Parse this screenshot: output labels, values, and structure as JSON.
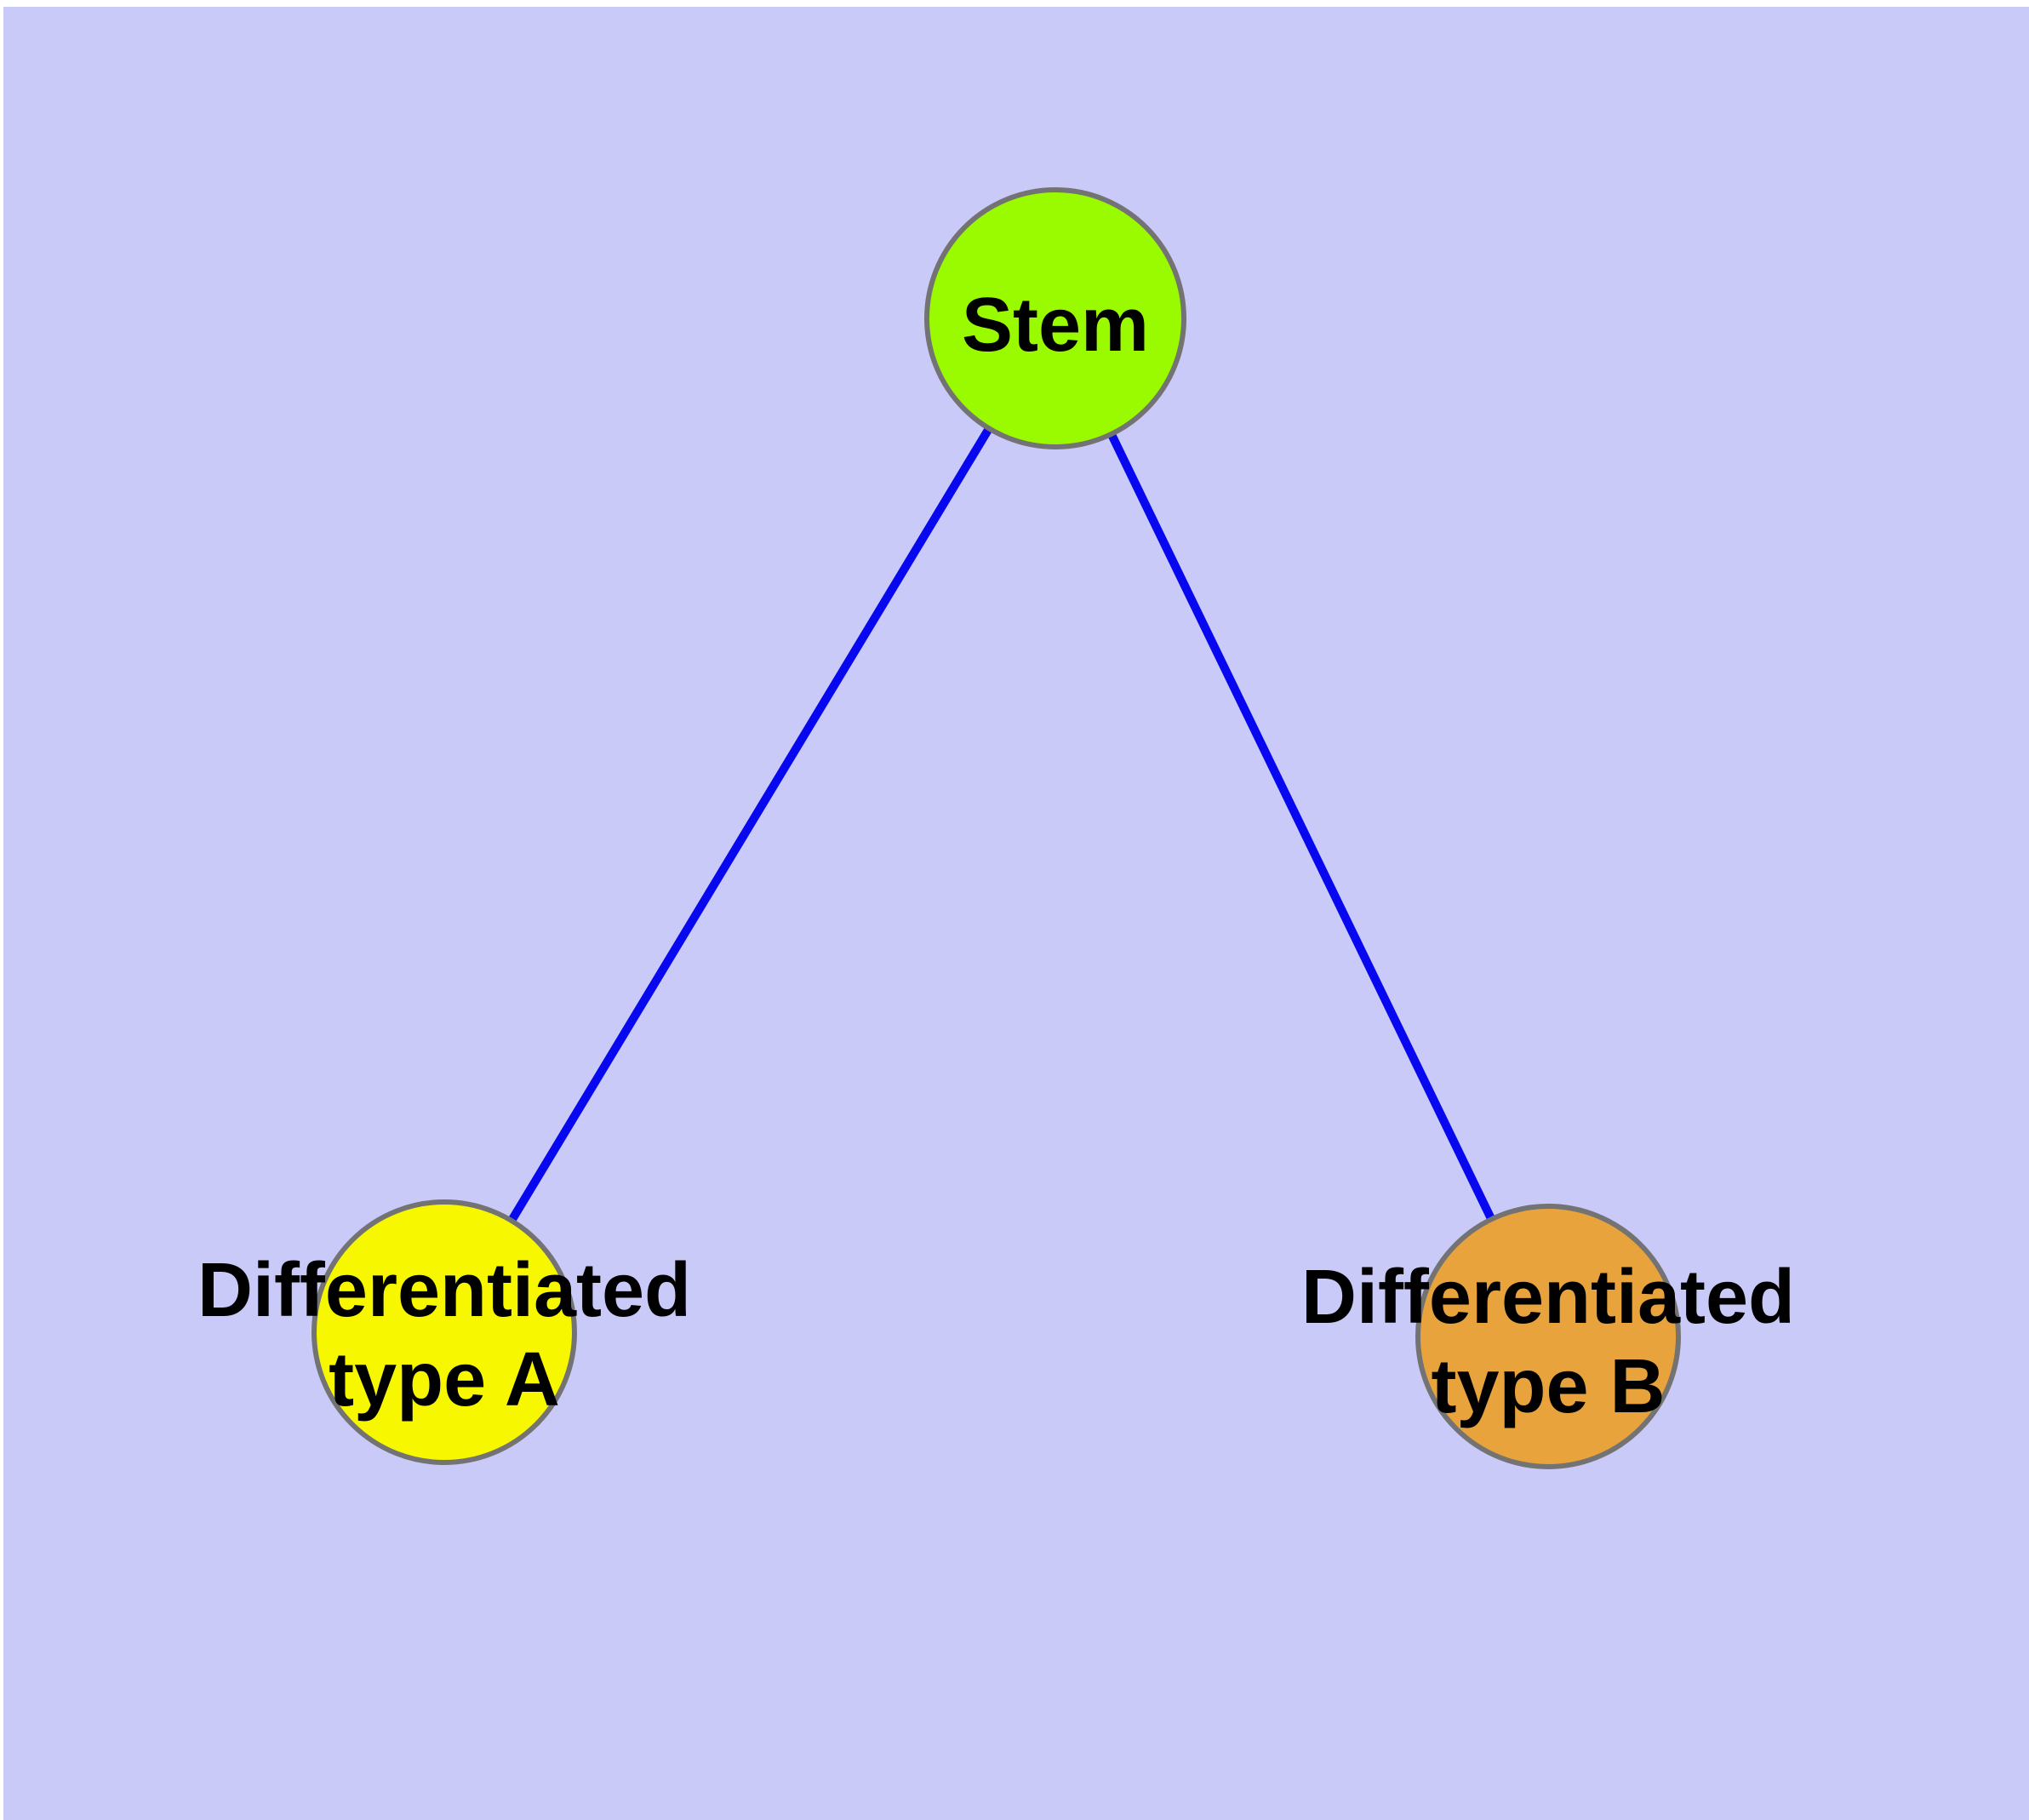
{
  "diagram": {
    "kind": "graph",
    "background_color": "#CACAF9",
    "edge_color": "#0707F0",
    "node_border_color": "#737373",
    "label_color": "#000000",
    "nodes": [
      {
        "id": "stem",
        "label": "Stem",
        "line1": "Stem",
        "line2": "",
        "color": "#9AFB00"
      },
      {
        "id": "differentiated-type-a",
        "label": "Differentiated type A",
        "line1": "Differentiated",
        "line2": "type A",
        "color": "#F7F700"
      },
      {
        "id": "differentiated-type-b",
        "label": "Differentiated type B",
        "line1": "Differentiated",
        "line2": "type B",
        "color": "#E8A33C"
      }
    ],
    "edges": [
      {
        "from": "Stem",
        "to": "Differentiated type A"
      },
      {
        "from": "Stem",
        "to": "Differentiated type B"
      }
    ]
  }
}
